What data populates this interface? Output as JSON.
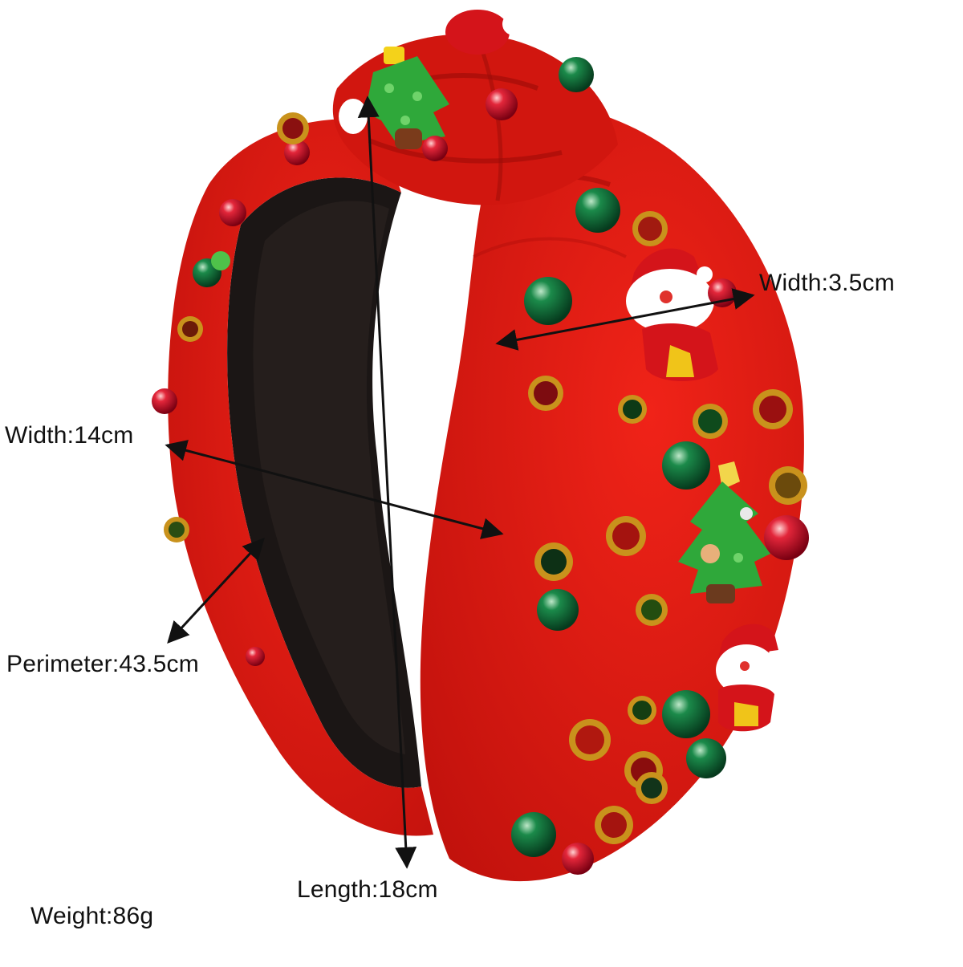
{
  "labels": {
    "width_small": "Width:3.5cm",
    "width_large": "Width:14cm",
    "perimeter": "Perimeter:43.5cm",
    "length": "Length:18cm",
    "weight": "Weight:86g"
  },
  "colors": {
    "background": "#ffffff",
    "band_red": "#d9140f",
    "lining_black": "#1b1615",
    "pearl_red": "#c8102e",
    "pearl_green": "#0f6b3a",
    "rhinestone_gold": "#c9921c",
    "tree_green": "#2fa83a",
    "santa_red": "#d4141a",
    "arrow": "#111111"
  },
  "icons": [
    "double-headed-arrow",
    "pearl-bead",
    "rhinestone",
    "christmas-tree-charm",
    "santa-charm"
  ]
}
